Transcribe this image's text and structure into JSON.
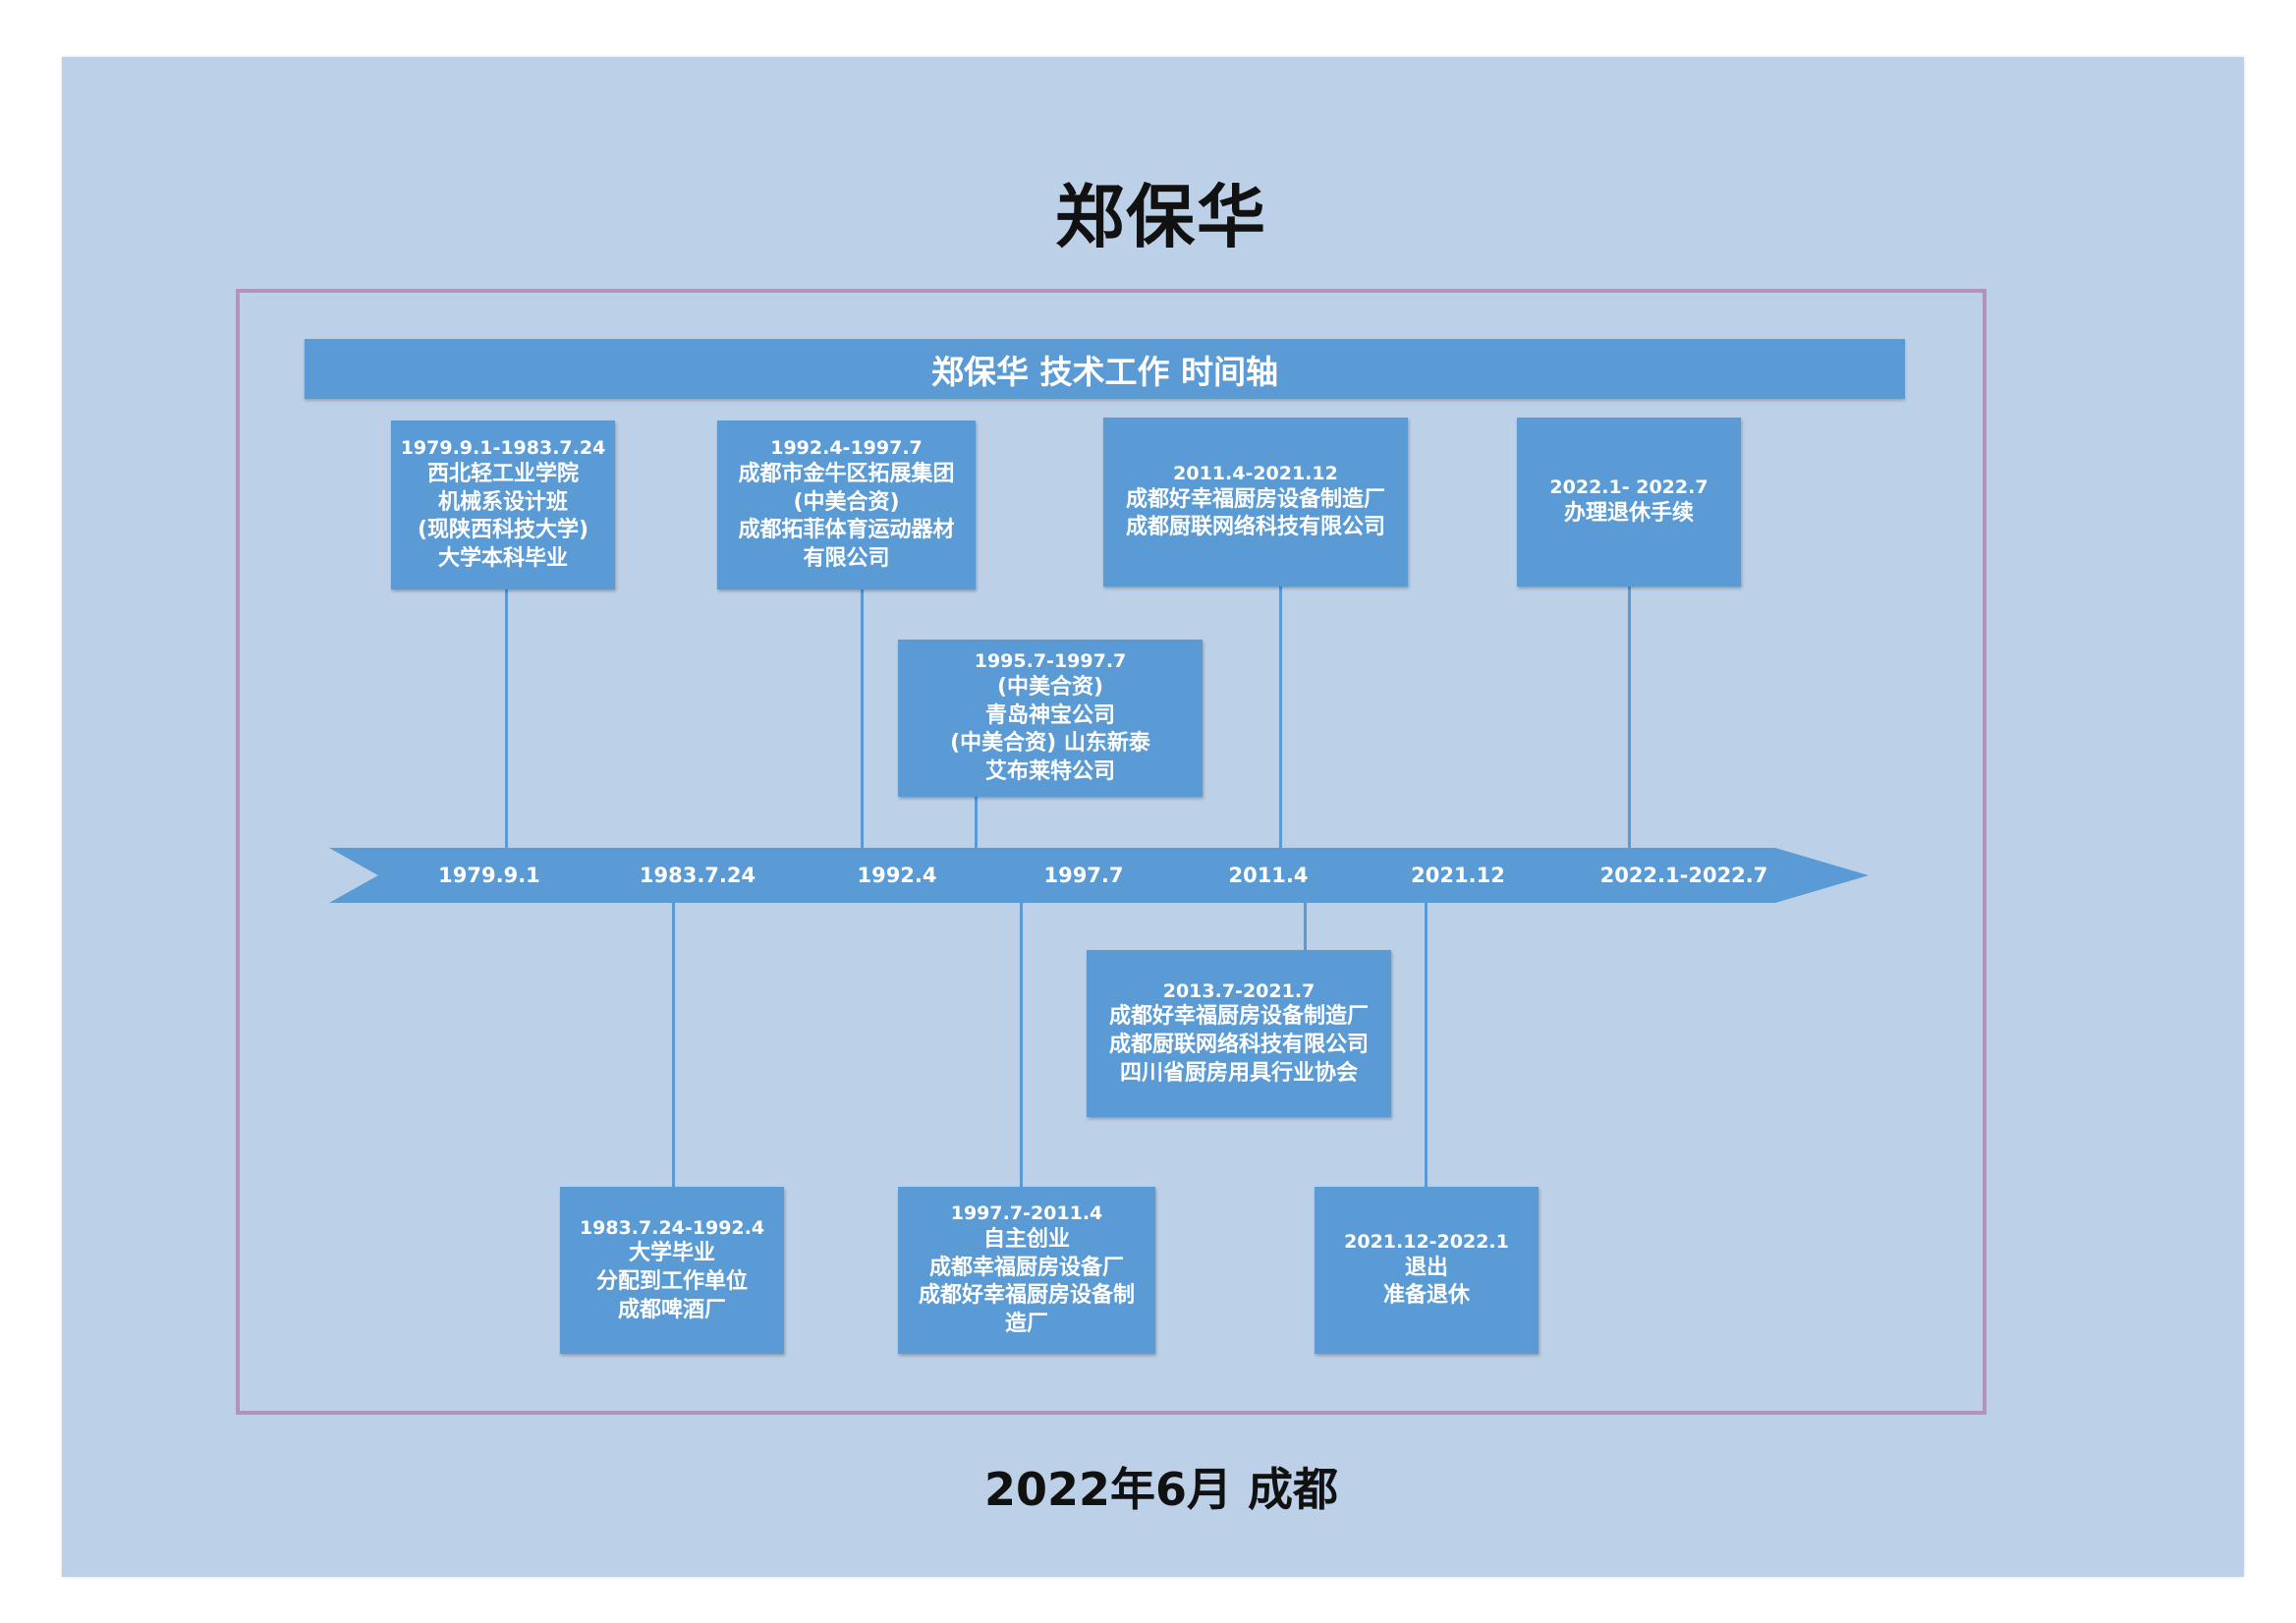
{
  "title": "郑保华",
  "header": "郑保华 技术工作 时间轴",
  "footer": "2022年6月 成都",
  "colors": {
    "sheet": "#bcd0e8",
    "box": "#5b9bd5",
    "frame": "#b393b9",
    "text": "#ffffff"
  },
  "ticks": [
    "1979.9.1",
    "1983.7.24",
    "1992.4",
    "1997.7",
    "2011.4",
    "2021.12",
    "2022.1-2022.7"
  ],
  "events_top": [
    {
      "date": "1979.9.1-1983.7.24",
      "lines": [
        "西北轻工业学院",
        "机械系设计班",
        "(现陕西科技大学)",
        "大学本科毕业"
      ]
    },
    {
      "date": "1992.4-1997.7",
      "lines": [
        "成都市金牛区拓展集团",
        "(中美合资)",
        "成都拓菲体育运动器材",
        "有限公司"
      ]
    },
    {
      "date": "1995.7-1997.7",
      "lines": [
        "(中美合资)",
        "青岛神宝公司",
        "(中美合资) 山东新泰",
        "艾布莱特公司"
      ]
    },
    {
      "date": "2011.4-2021.12",
      "lines": [
        "成都好幸福厨房设备制造厂",
        "成都厨联网络科技有限公司"
      ]
    },
    {
      "date": "2022.1- 2022.7",
      "lines": [
        "办理退休手续"
      ]
    }
  ],
  "events_bottom": [
    {
      "date": "1983.7.24-1992.4",
      "lines": [
        "大学毕业",
        "分配到工作单位",
        "成都啤酒厂"
      ]
    },
    {
      "date": "1997.7-2011.4",
      "lines": [
        "自主创业",
        "成都幸福厨房设备厂",
        "成都好幸福厨房设备制",
        "造厂"
      ]
    },
    {
      "date": "2013.7-2021.7",
      "lines": [
        "成都好幸福厨房设备制造厂",
        "成都厨联网络科技有限公司",
        "四川省厨房用具行业协会"
      ]
    },
    {
      "date": "2021.12-2022.1",
      "lines": [
        "退出",
        "准备退休"
      ]
    }
  ]
}
